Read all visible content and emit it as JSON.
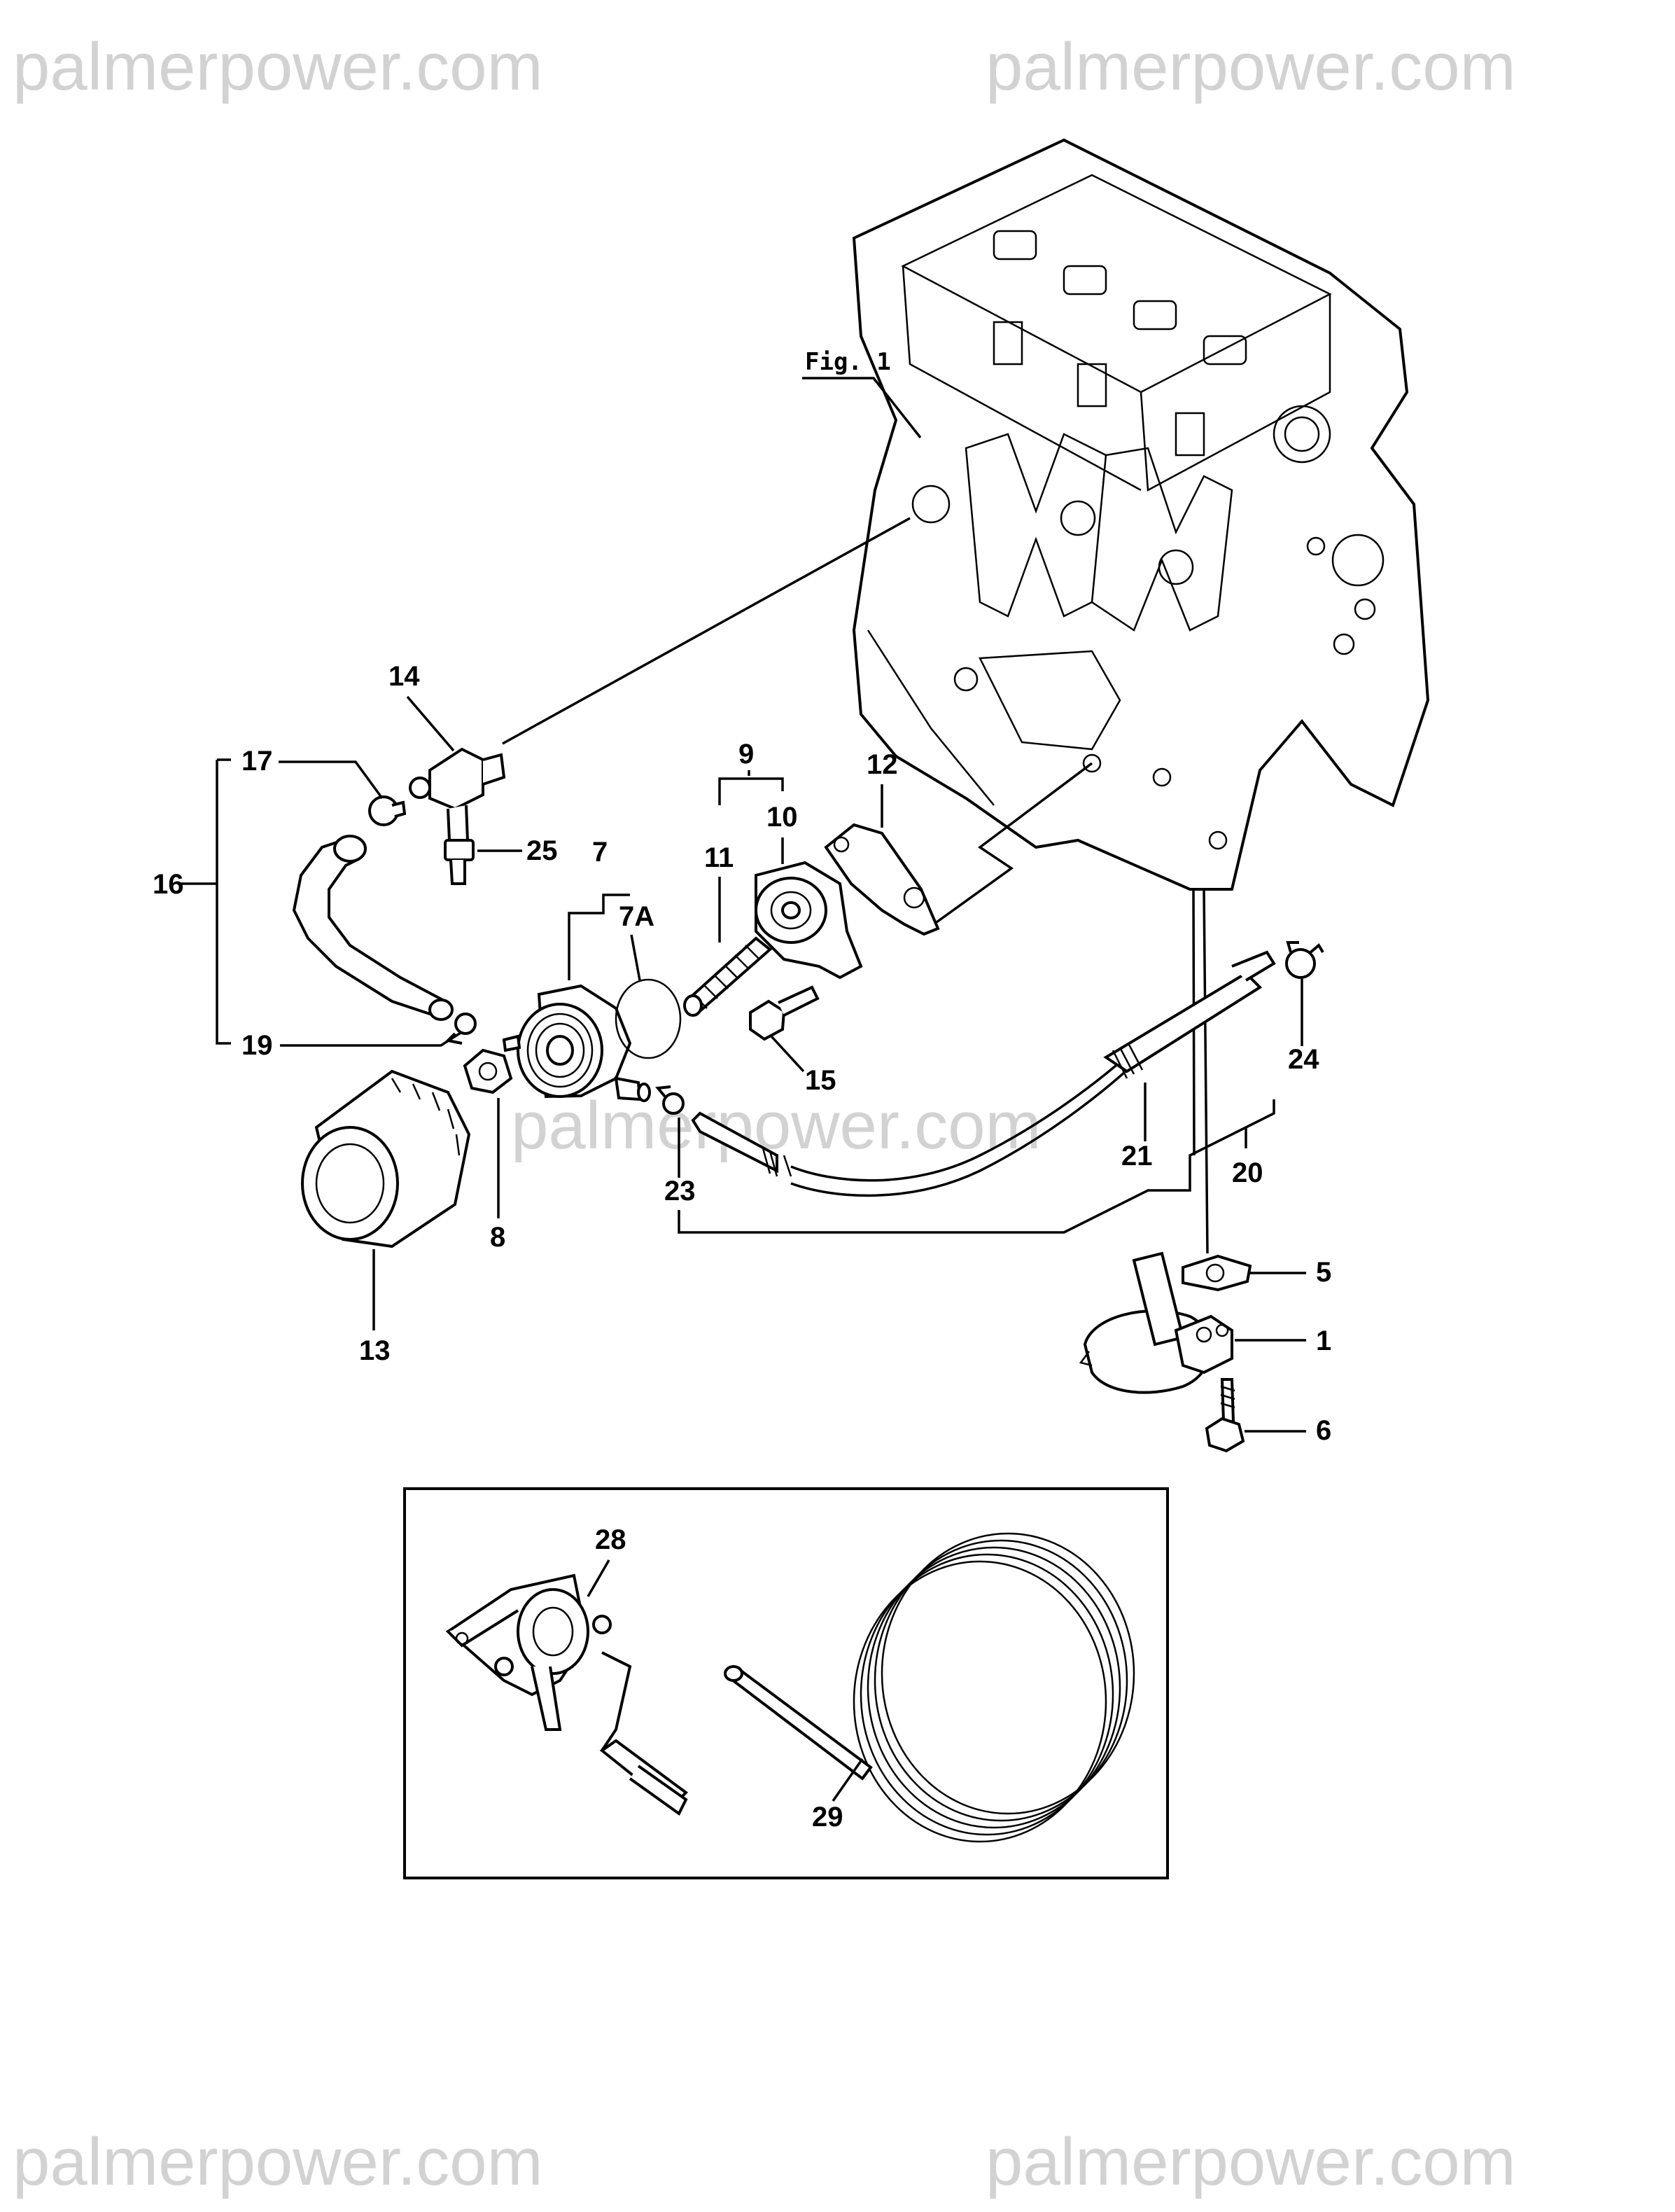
{
  "watermark": {
    "top_left": "palmerpower.com",
    "top_right": "palmerpower.com",
    "center": "palmerpower.com",
    "bottom_left": "palmerpower.com",
    "bottom_right": "palmerpower.com"
  },
  "figure_ref": "Fig. 1",
  "callouts": {
    "c1": "1",
    "c5": "5",
    "c6": "6",
    "c7": "7",
    "c7A": "7A",
    "c8": "8",
    "c9": "9",
    "c10": "10",
    "c11": "11",
    "c12": "12",
    "c13": "13",
    "c14": "14",
    "c15": "15",
    "c16": "16",
    "c17": "17",
    "c19": "19",
    "c20": "20",
    "c21": "21",
    "c23": "23",
    "c24": "24",
    "c25": "25",
    "c28": "28",
    "c29": "29"
  }
}
